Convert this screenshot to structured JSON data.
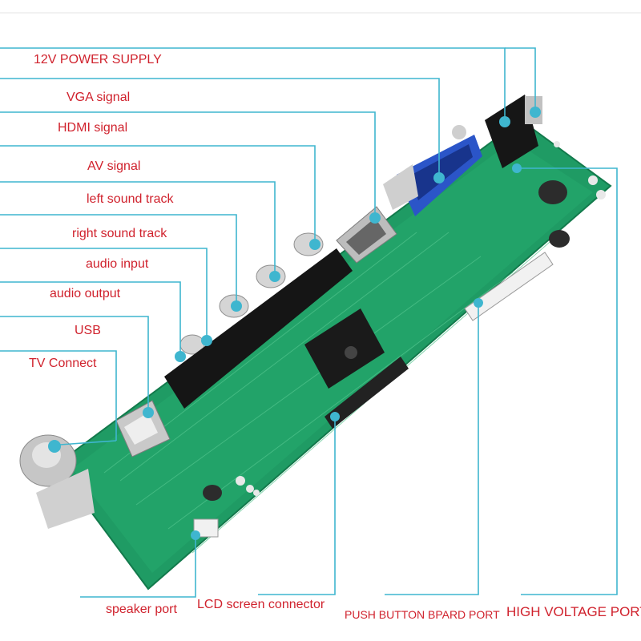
{
  "colors": {
    "label_text": "#d0222d",
    "leader_line": "#3fb6cf",
    "pcb_green": "#1f9b64",
    "vga_blue": "#2b55c8"
  },
  "labels": {
    "power_supply": "12V POWER SUPPLY",
    "vga_signal": "VGA signal",
    "hdmi_signal": "HDMI signal",
    "av_signal": "AV signal",
    "left_sound_track": "left sound track",
    "right_sound_track": "right sound track",
    "audio_input": "audio input",
    "audio_output": "audio output",
    "usb": "USB",
    "tv_connect": "TV Connect",
    "speaker_port": "speaker port",
    "lcd_screen_connector": "LCD screen connector",
    "push_button_board_port": "PUSH BUTTON BPARD PORT",
    "high_voltage_port": "HIGH VOLTAGE PORT"
  }
}
